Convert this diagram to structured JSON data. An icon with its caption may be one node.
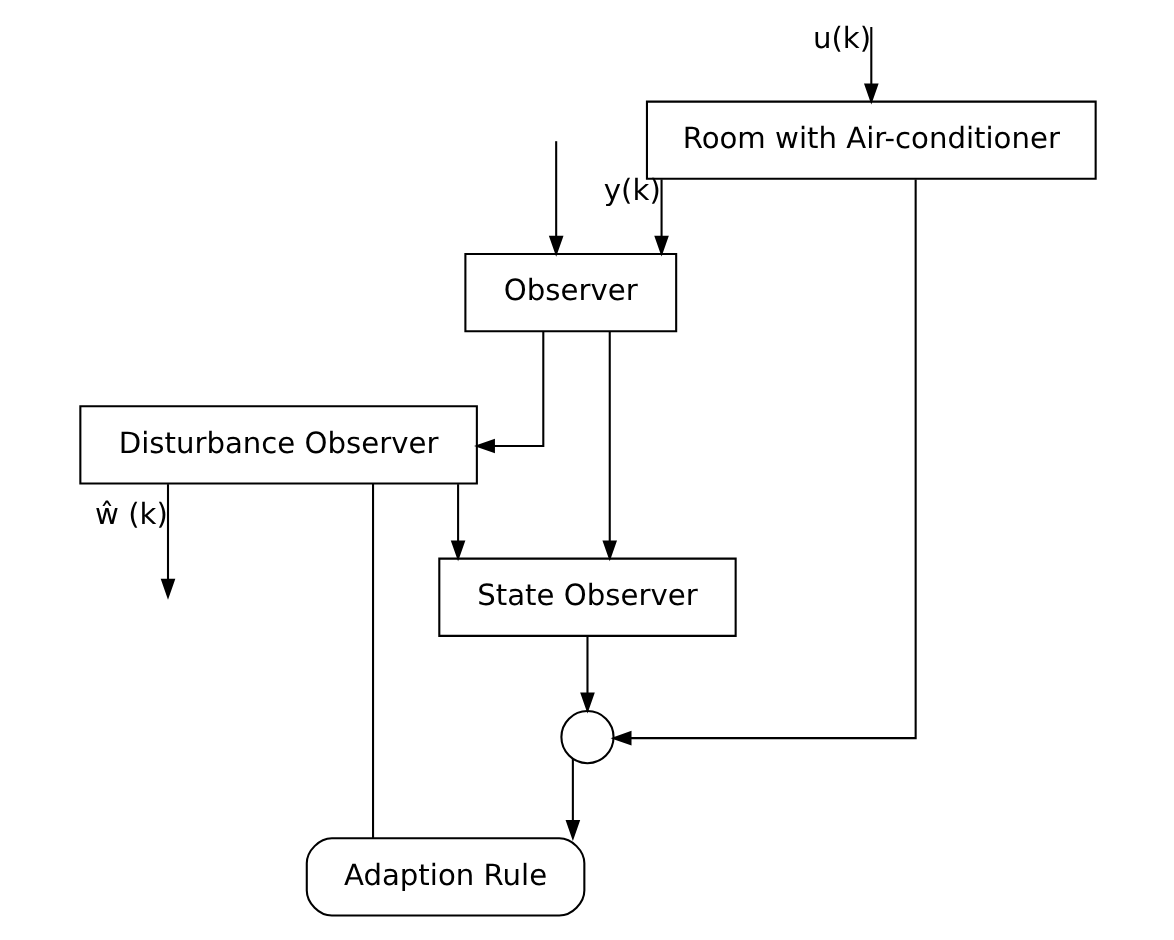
{
  "diagram": {
    "nodes": [
      {
        "text": [
          "Room with Air-conditioner"
        ]
      },
      {
        "text": [],
        "shape": "circle"
      },
      {
        "text": [
          "State Observer"
        ]
      },
      {
        "text": [
          "Observer"
        ]
      },
      {
        "text": [
          "Disturbance Observer"
        ]
      },
      {
        "text": [
          "Adaption Rule"
        ]
      }
    ],
    "edges": [
      {
        "from": null,
        "to": 0,
        "arrow": "to",
        "label": "u(k)"
      },
      {
        "from": null,
        "to": 3,
        "arrow": "to"
      },
      {
        "from": 0,
        "to": 3,
        "arrow": "to",
        "label": "y(k)"
      },
      {
        "from": 0,
        "to": 1,
        "arrow": "to"
      },
      {
        "from": 3,
        "to": 2,
        "arrow": "to"
      },
      {
        "from": 2,
        "to": 1,
        "arrow": "to"
      },
      {
        "from": 3,
        "to": 4,
        "arrow": "to"
      },
      {
        "from": 4,
        "to": 2,
        "arrow": "to"
      },
      {
        "from": 4,
        "to": null,
        "arrow": "to",
        "label": "ŵ (k)"
      },
      {
        "from": 4,
        "to": 5,
        "arrow": "none"
      },
      {
        "from": 1,
        "to": 5,
        "arrow": "to"
      }
    ]
  }
}
